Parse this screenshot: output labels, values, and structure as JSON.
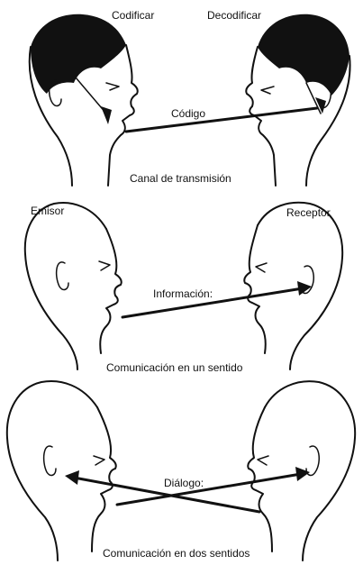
{
  "panels": [
    {
      "left_label": "Codificar",
      "right_label": "Decodificar",
      "middle_label": "Código",
      "caption": "Canal de transmisión"
    },
    {
      "left_label": "Emisor",
      "right_label": "Receptor",
      "middle_label": "Información:",
      "caption": "Comunicación en un sentido"
    },
    {
      "left_label": "",
      "right_label": "",
      "middle_label": "Diálogo:",
      "caption": "Comunicación en dos sentidos"
    }
  ],
  "colors": {
    "ink": "#111111",
    "paper": "#ffffff"
  }
}
